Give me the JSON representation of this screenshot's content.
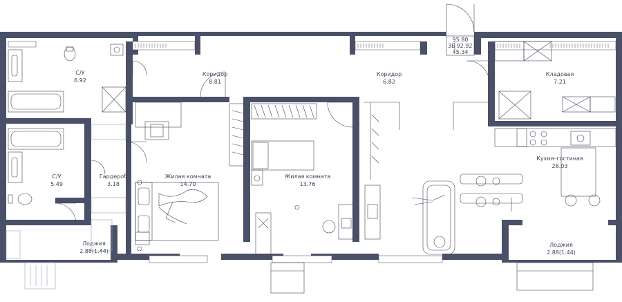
{
  "colors": {
    "wall": "#4a5068",
    "text": "#3f4457",
    "line": "#3f4457",
    "background": "#ffffff"
  },
  "info_box": {
    "total": "95.80",
    "code": "ЗБ",
    "area_b": "92.92",
    "area_c": "45.34"
  },
  "rooms": [
    {
      "id": "bath1",
      "name": "С/У",
      "area": "6.92"
    },
    {
      "id": "bath2",
      "name": "С/У",
      "area": "5.49"
    },
    {
      "id": "corr1",
      "name": "Коридор",
      "area": "8.81"
    },
    {
      "id": "corr2",
      "name": "Коридор",
      "area": "6.82"
    },
    {
      "id": "storage",
      "name": "Кладовая",
      "area": "7.21"
    },
    {
      "id": "wardrobe",
      "name": "Гардероб",
      "area": "3.18"
    },
    {
      "id": "living1",
      "name": "Жилая комната",
      "area": "14.70"
    },
    {
      "id": "living2",
      "name": "Жилая комната",
      "area": "13.76"
    },
    {
      "id": "kitchen",
      "name": "Кухня–гостиная",
      "area": "26.03"
    },
    {
      "id": "loggia1",
      "name": "Лоджия",
      "area": "2.88(1.44)"
    },
    {
      "id": "loggia2",
      "name": "Лоджия",
      "area": "2.88(1.44)"
    }
  ]
}
